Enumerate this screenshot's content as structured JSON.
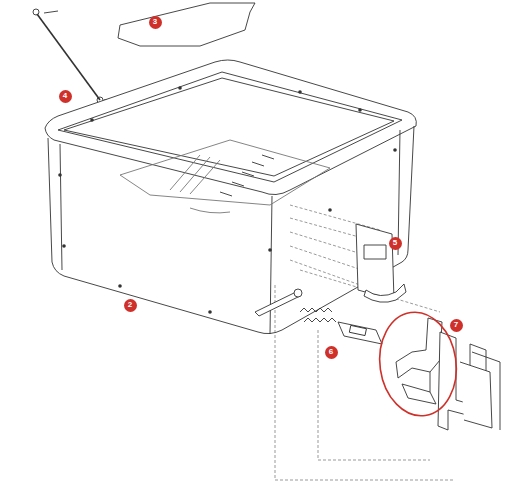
{
  "diagram": {
    "labels": [
      "3",
      "4",
      "2",
      "5",
      "7",
      "6"
    ]
  }
}
